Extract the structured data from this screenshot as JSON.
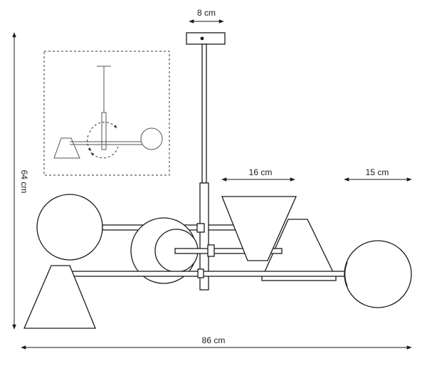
{
  "dimensions": {
    "canopy_width": "8 cm",
    "height": "64 cm",
    "shade_width": "16 cm",
    "globe_width": "15 cm",
    "total_width": "86 cm"
  }
}
